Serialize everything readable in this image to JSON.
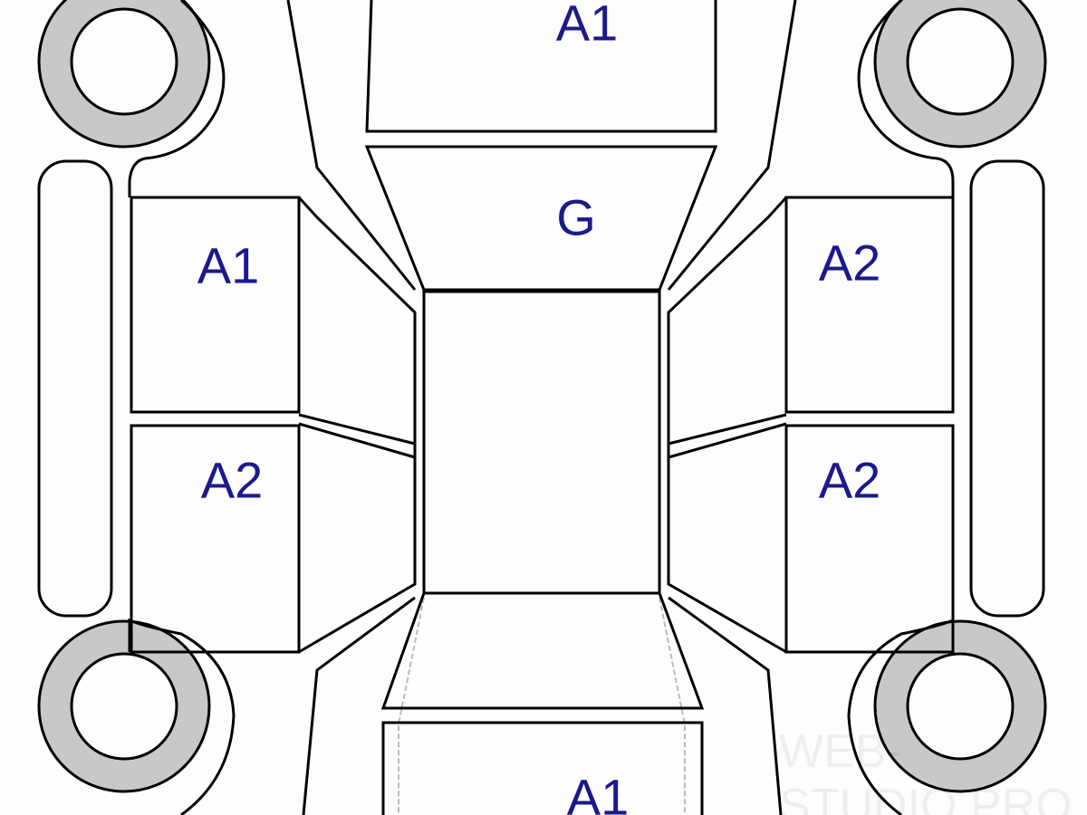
{
  "diagram": {
    "title": "Car body panel damage map",
    "zones": [
      {
        "id": "hood",
        "label": "A1"
      },
      {
        "id": "windshield",
        "label": "G"
      },
      {
        "id": "left-front-door",
        "label": "A1"
      },
      {
        "id": "left-rear-door",
        "label": "A2"
      },
      {
        "id": "right-front-door",
        "label": "A2"
      },
      {
        "id": "right-rear-door",
        "label": "A2"
      },
      {
        "id": "trunk",
        "label": "A1"
      }
    ],
    "watermark": "WEB-STUDIO.PRO",
    "colors": {
      "label": "#1a1a8c",
      "tire": "#c8c8c8",
      "line": "#000000"
    }
  }
}
